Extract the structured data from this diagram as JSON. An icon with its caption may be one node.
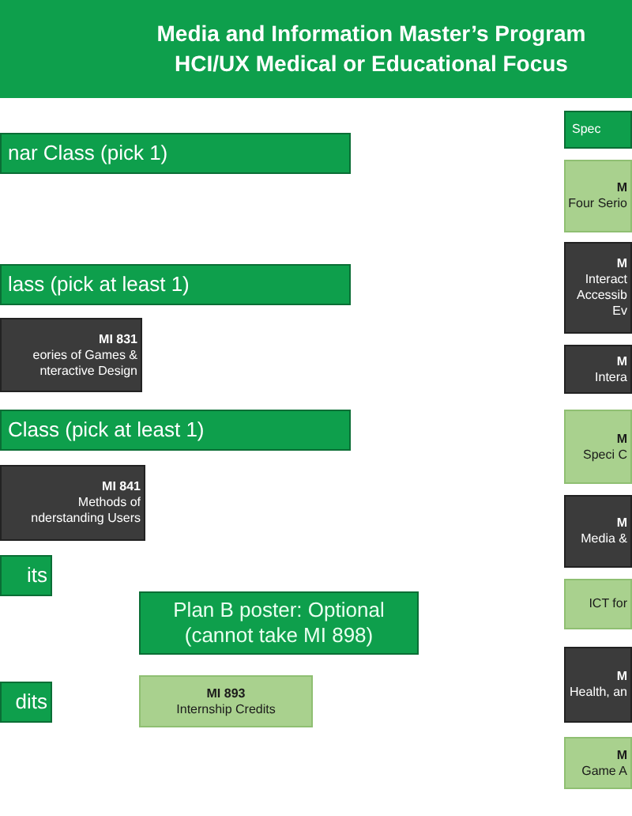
{
  "diagram": {
    "title": "Media and Information Master’s Program HCI/UX Medical or Educational Focus",
    "nodes": [
      {
        "text": [
          "nar Class (pick 1)"
        ]
      },
      {
        "text": [
          "lass (pick at least 1)"
        ]
      },
      {
        "text": [
          "MI 831",
          "eories of Games & nteractive Design"
        ]
      },
      {
        "text": [
          "Class (pick at least 1)"
        ]
      },
      {
        "text": [
          "MI 841",
          "Methods of nderstanding Users"
        ]
      },
      {
        "text": [
          "its"
        ]
      },
      {
        "text": [
          "Plan B poster: Optional (cannot take MI 898)"
        ]
      },
      {
        "text": [
          "dits"
        ]
      },
      {
        "text": [
          "MI 893",
          "Internship Credits"
        ]
      },
      {
        "text": [
          "Spec"
        ]
      },
      {
        "text": [
          "M",
          "Four Serio"
        ]
      },
      {
        "text": [
          "M",
          "Interact Accessib Ev"
        ]
      },
      {
        "text": [
          "M",
          "Intera"
        ]
      },
      {
        "text": [
          "M",
          "Speci C"
        ]
      },
      {
        "text": [
          "M",
          "Media &"
        ]
      },
      {
        "text": [
          "ICT for"
        ]
      },
      {
        "text": [
          "M",
          "Health, an"
        ]
      },
      {
        "text": [
          "M",
          "Game A"
        ]
      }
    ]
  }
}
